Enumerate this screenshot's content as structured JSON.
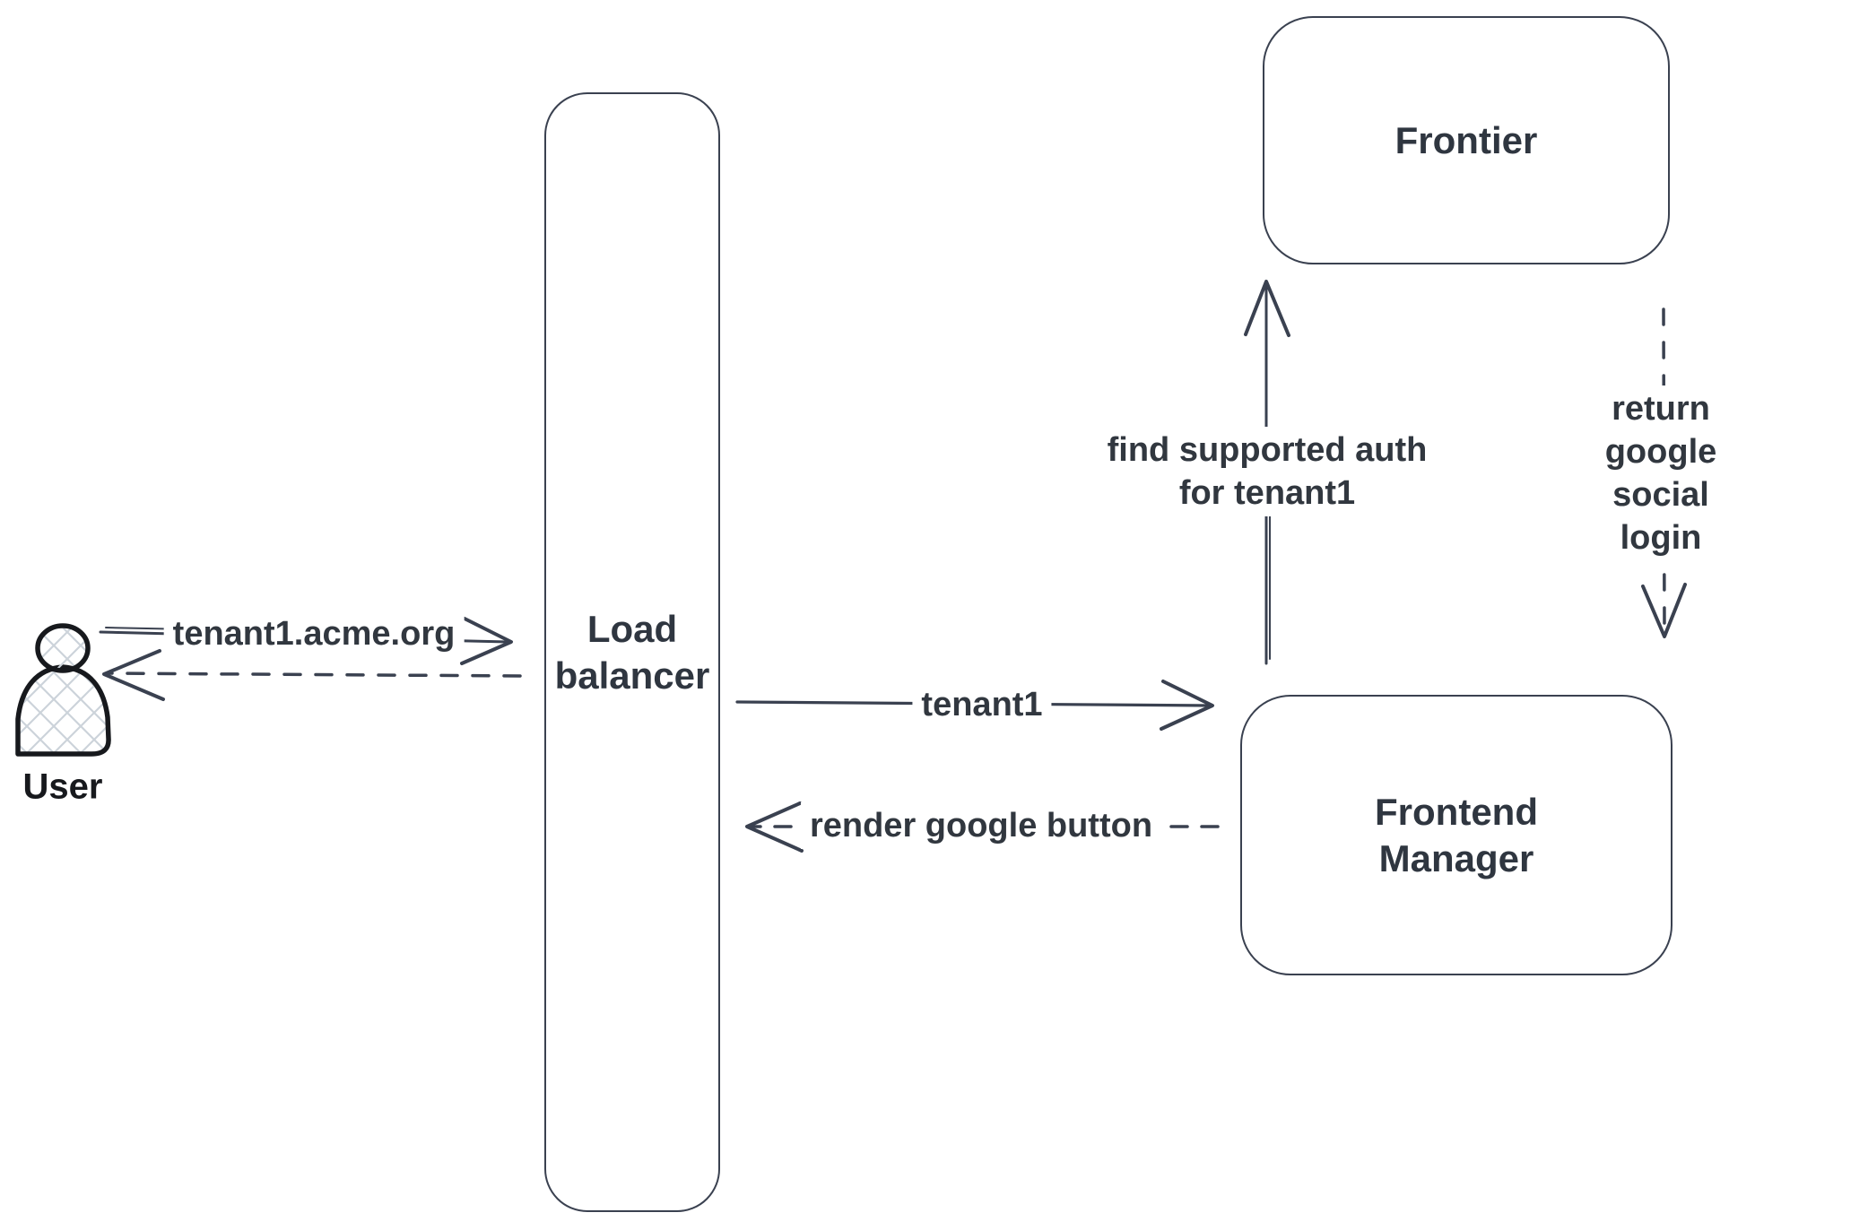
{
  "diagram": {
    "type": "sequence-architecture-sketch",
    "nodes": {
      "user": {
        "label": "User",
        "shape": "person-figure"
      },
      "load_balancer": {
        "label": "Load\nbalancer",
        "shape": "rounded-rect"
      },
      "frontier": {
        "label": "Frontier",
        "shape": "rounded-rect"
      },
      "frontend_manager": {
        "label": "Frontend\nManager",
        "shape": "rounded-rect"
      }
    },
    "edges": {
      "request_domain": {
        "from": "User",
        "to": "Load balancer",
        "style": "solid",
        "label": "tenant1.acme.org"
      },
      "response_to_user": {
        "from": "Load balancer",
        "to": "User",
        "style": "dashed",
        "label": ""
      },
      "tenant1": {
        "from": "Load balancer",
        "to": "Frontend Manager",
        "style": "solid",
        "label": "tenant1"
      },
      "render_google_button": {
        "from": "Frontend Manager",
        "to": "Load balancer",
        "style": "dashed",
        "label": "render google button"
      },
      "find_supported_auth": {
        "from": "Frontend Manager",
        "to": "Frontier",
        "style": "solid",
        "label": "find supported auth\nfor tenant1"
      },
      "return_google_social_login": {
        "from": "Frontier",
        "to": "Frontend Manager",
        "style": "dashed",
        "label": "return google social\nlogin"
      }
    },
    "colors": {
      "background": "#ffffff",
      "stroke": "#3a4150",
      "label_text": "#31373f",
      "user_figure_stroke": "#17191d",
      "user_figure_hatch": "#ccd3da"
    }
  }
}
